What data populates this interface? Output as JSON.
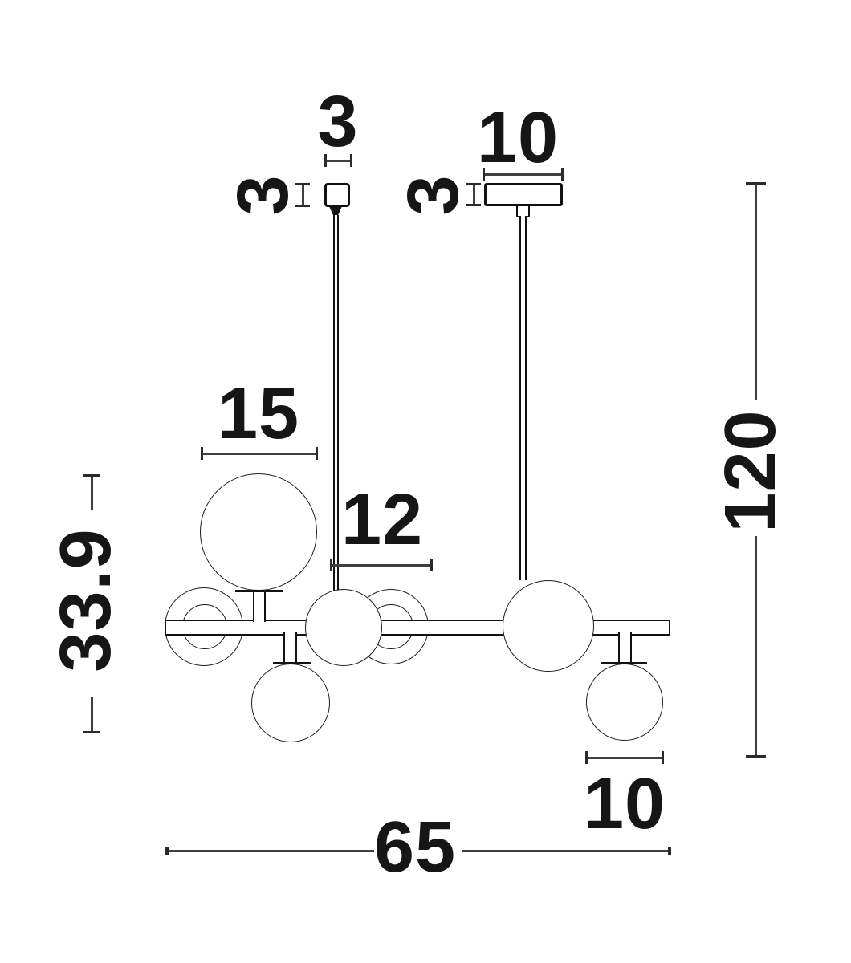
{
  "figure": {
    "kind": "technical dimension drawing",
    "background_color": "#ffffff",
    "ink_color": "#161616",
    "dim_line_color": "#3f3f3f"
  },
  "dimensions": {
    "rod_canopy_width": "3",
    "rod_canopy_height": "3",
    "plate_canopy_width": "10",
    "plate_canopy_height": "3",
    "large_globe_diameter": "15",
    "mid_globe_diameter": "12",
    "suspension_height": "120",
    "fixture_height": "33.9",
    "small_globe_diameter": "10",
    "fixture_width": "65"
  }
}
